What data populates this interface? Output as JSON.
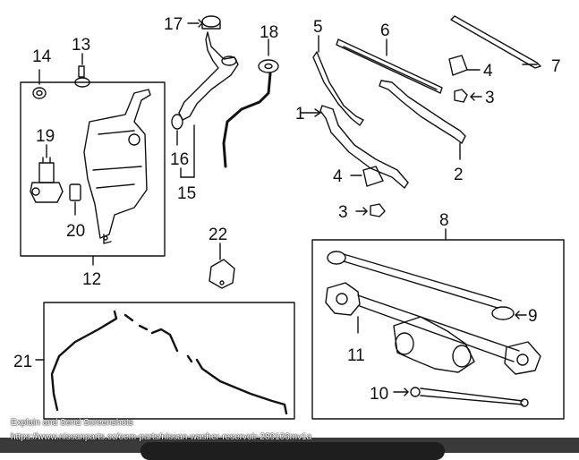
{
  "callouts": {
    "c1": "1",
    "c2": "2",
    "c3a": "3",
    "c3b": "3",
    "c4a": "4",
    "c4b": "4",
    "c5": "5",
    "c6": "6",
    "c7": "7",
    "c8": "8",
    "c9": "9",
    "c10": "10",
    "c11": "11",
    "c12": "12",
    "c13": "13",
    "c14": "14",
    "c15": "15",
    "c16": "16",
    "c17": "17",
    "c18": "18",
    "c19": "19",
    "c20": "20",
    "c21": "21",
    "c22": "22"
  },
  "caption": {
    "line1": "Explain and Send Screenshots",
    "line2": "https://www.nissanparts.cc/oem-parts/nissan-washer-reservoir-289106mv1a"
  },
  "colors": {
    "stroke": "#111111",
    "background": "#ffffff",
    "bar": "#3a3a3a"
  }
}
